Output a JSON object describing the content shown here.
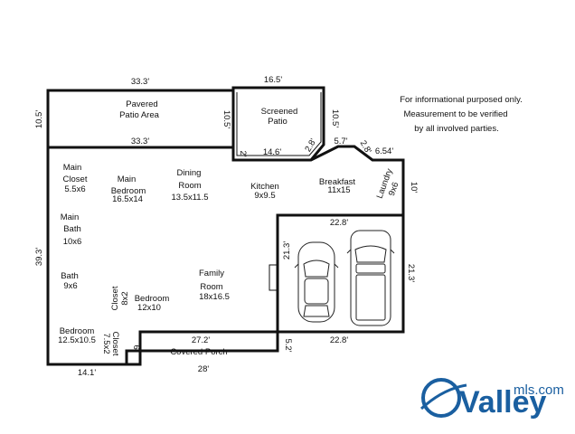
{
  "disclaimer": {
    "line1": "For informational purposed only.",
    "line2": "Measurement to be verified",
    "line3": "by all involved parties."
  },
  "dimensions": {
    "patio_top": "33.3'",
    "patio_bottom": "33.3'",
    "patio_left": "10.5'",
    "patio_right": "10.5'",
    "screened_top": "16.5'",
    "screened_right": "10.5'",
    "screened_bottom": "14.6'",
    "screened_diag": "2.8'",
    "screened_small": "2'",
    "breakfast_top": "5.7'",
    "laundry_diag": "2.8'",
    "laundry_top": "6.54'",
    "right_wall": "10'",
    "garage_top": "22.8'",
    "garage_left": "21.3'",
    "garage_right": "21.3'",
    "garage_bottom": "22.8'",
    "left_wall": "39.3'",
    "porch_top": "27.2'",
    "porch_bottom": "28'",
    "porch_left": "6'",
    "porch_right": "5.2'",
    "bottom_left": "14.1'"
  },
  "rooms": {
    "pavered_patio": {
      "line1": "Pavered",
      "line2": "Patio Area"
    },
    "screened_patio": {
      "line1": "Screened",
      "line2": "Patio"
    },
    "main_closet": {
      "line1": "Main",
      "line2": "Closet",
      "size": "5.5x6"
    },
    "main_bedroom": {
      "line1": "Main",
      "line2": "Bedroom",
      "size": "16.5x14"
    },
    "dining_room": {
      "line1": "Dining",
      "line2": "Room",
      "size": "13.5x11.5"
    },
    "kitchen": {
      "line1": "Kitchen",
      "size": "9x9.5"
    },
    "breakfast": {
      "line1": "Breakfast",
      "size": "11x15"
    },
    "laundry": {
      "line1": "Laundry",
      "size": "9x6"
    },
    "main_bath": {
      "line1": "Main",
      "line2": "Bath",
      "size": "10x6"
    },
    "bath": {
      "line1": "Bath",
      "size": "9x6"
    },
    "closet": {
      "line1": "Closet",
      "size": "8x2"
    },
    "bedroom": {
      "line1": "Bedroom",
      "size": "12x10"
    },
    "family_room": {
      "line1": "Family",
      "line2": "Room",
      "size": "18x16.5"
    },
    "bedroom2": {
      "line1": "Bedroom",
      "size": "12.5x10.5"
    },
    "closet2": {
      "line1": "Closet",
      "size": "7.5x2"
    },
    "covered_porch": {
      "line1": "Covered Porch"
    }
  },
  "logo": {
    "brand": "Valley",
    "suffix": "mls.com",
    "color": "#1a5fa0"
  }
}
